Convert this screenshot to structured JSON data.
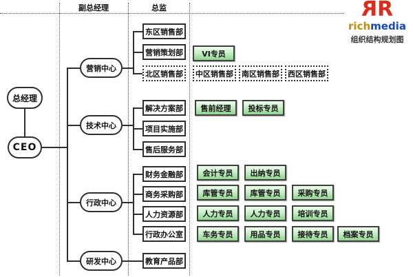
{
  "headers": {
    "deputy_gm": "副总经理",
    "director": "总监"
  },
  "logo": {
    "mark": "R",
    "brand_first": "rich",
    "brand_second": "media",
    "caption": "组织结构规划图",
    "colors": {
      "mark_red": "#dd2b1c",
      "rich_gold": "#bf8d0e",
      "media_blue": "#1747c0"
    }
  },
  "root": {
    "gm": "总经理",
    "ceo": "CEO"
  },
  "centers": {
    "marketing": "营销中心",
    "technology": "技术中心",
    "administration": "行政中心",
    "research": "研发中心"
  },
  "departments": {
    "east_sales": "东区销售部",
    "marketing_planning": "营销策划部",
    "north_sales": "北区销售部",
    "central_sales": "中区销售部",
    "south_sales": "南区销售部",
    "west_sales": "西区销售部",
    "solutions": "解决方案部",
    "project_impl": "项目实施部",
    "after_sales": "售后服务部",
    "finance": "财务金融部",
    "procurement": "商务采购部",
    "hr": "人力资源部",
    "admin_office": "行政办公室",
    "edu_products": "教育产品部"
  },
  "specialists": {
    "vi": "VI专员",
    "presales_mgr": "售前经理",
    "bidding": "投标专员",
    "accounting": "会计专员",
    "cashier": "出纳专员",
    "warehouse1": "库管专员",
    "warehouse2": "库管专员",
    "purchasing": "采购专员",
    "hr1": "人力专员",
    "hr2": "人力专员",
    "training": "培训专员",
    "vehicle": "车务专员",
    "supplies": "用品专员",
    "reception": "接待专员",
    "archives": "档案专员"
  },
  "colors": {
    "line": "#2e2e2e",
    "specialist_green": "#8fd48f",
    "box_bg": "#ffffff"
  }
}
